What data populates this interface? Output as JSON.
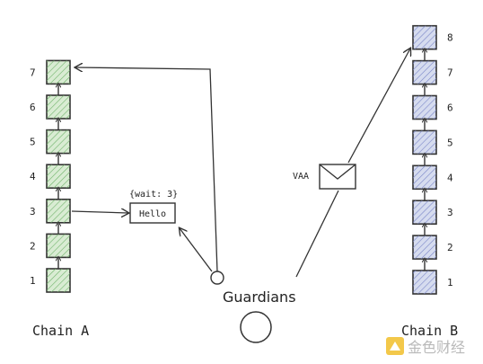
{
  "chainA": {
    "label": "Chain A",
    "blocks": [
      "1",
      "2",
      "3",
      "4",
      "5",
      "6",
      "7"
    ]
  },
  "chainB": {
    "label": "Chain B",
    "blocks": [
      "1",
      "2",
      "3",
      "4",
      "5",
      "6",
      "7",
      "8"
    ]
  },
  "message": {
    "annotation": "{wait: 3}",
    "text": "Hello"
  },
  "vaa": {
    "label": "VAA"
  },
  "guardians": {
    "label": "Guardians"
  },
  "watermark": {
    "text": "金色财经"
  },
  "colors": {
    "chainA_fill": "#d9ecd3",
    "chainA_hatch": "#6fb36a",
    "chainB_fill": "#d6dcef",
    "chainB_hatch": "#7a86c8",
    "watermark": "#f3c84a"
  }
}
